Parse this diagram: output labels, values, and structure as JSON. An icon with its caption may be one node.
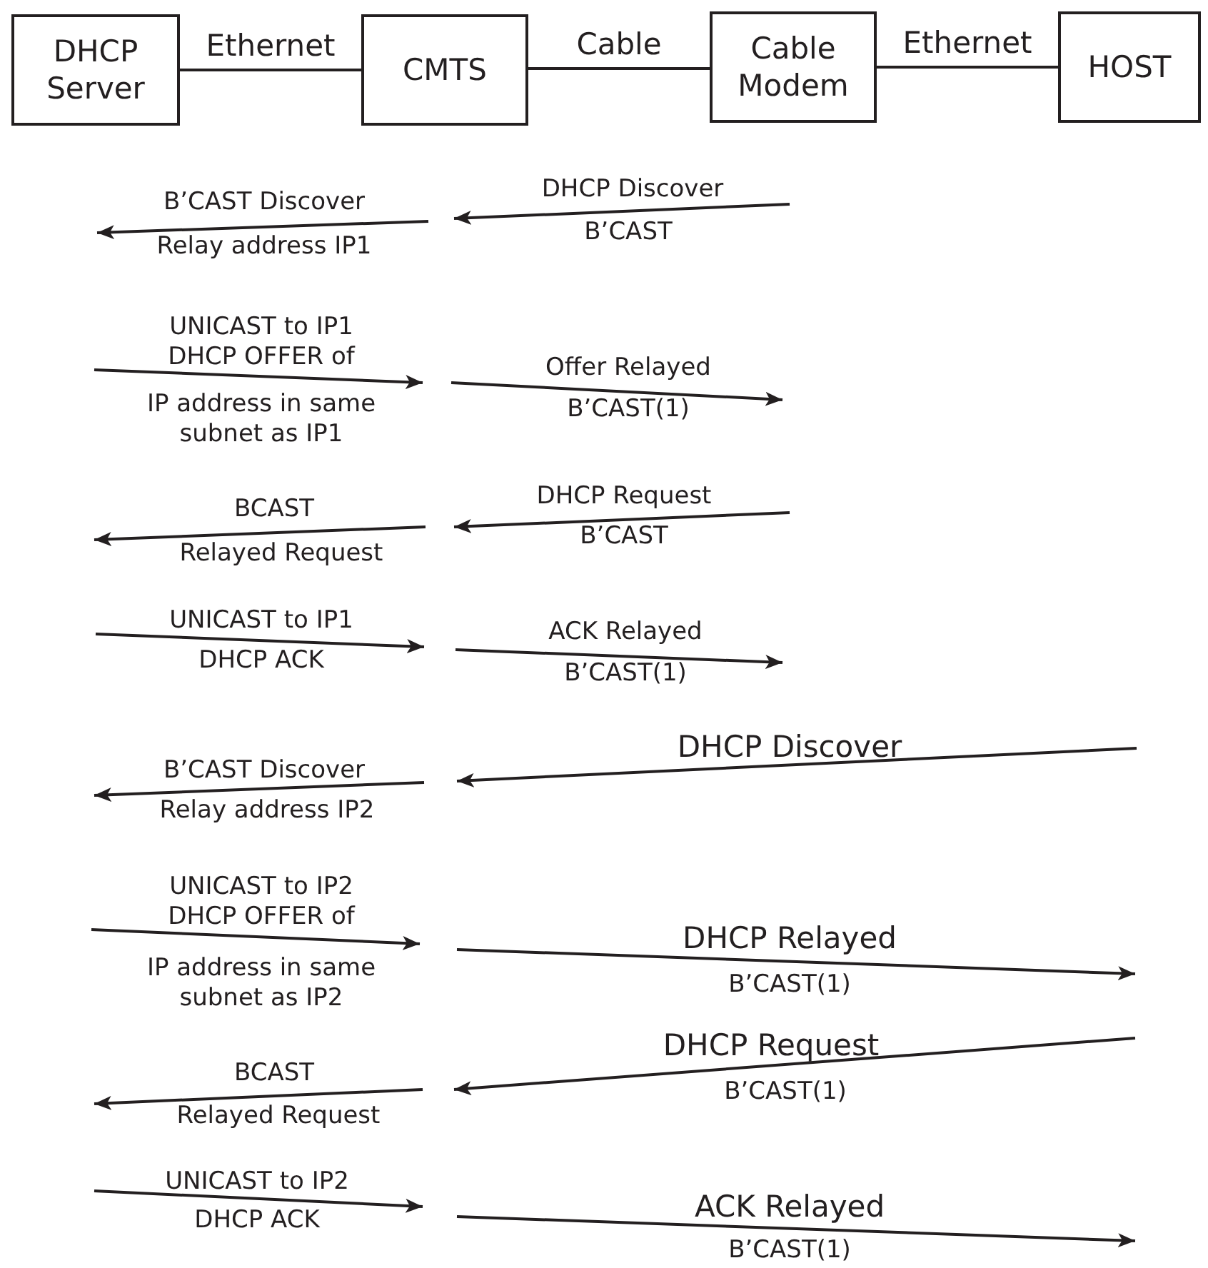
{
  "diagram": {
    "nodes": [
      {
        "text": [
          "DHCP Server"
        ]
      },
      {
        "text": [
          "CMTS"
        ]
      },
      {
        "text": [
          "Cable Modem"
        ]
      },
      {
        "text": [
          "HOST"
        ]
      }
    ],
    "edges": [
      {
        "from": 0,
        "to": 1,
        "arrow": "none",
        "label": "Ethernet"
      },
      {
        "from": 1,
        "to": 2,
        "arrow": "none",
        "label": "Cable"
      },
      {
        "from": 2,
        "to": 3,
        "arrow": "none",
        "label": "Ethernet"
      }
    ],
    "labels": [
      "B’CAST Discover",
      "DHCP Discover",
      "Relay address IP1",
      "B’CAST",
      "UNICAST to IP1 DHCP OFFER of",
      "Offer Relayed",
      "IP address in same subnet as IP1",
      "B’CAST(1)",
      "BCAST",
      "DHCP Request",
      "Relayed Request",
      "B’CAST",
      "UNICAST to IP1",
      "ACK Relayed",
      "DHCP ACK",
      "B’CAST(1)",
      "DHCP Discover",
      "B’CAST Discover",
      "Relay address IP2",
      "UNICAST to IP2 DHCP OFFER of",
      "DHCP Relayed",
      "IP address in same subnet as IP2",
      "B’CAST(1)",
      "DHCP Request",
      "BCAST",
      "B’CAST(1)",
      "Relayed Request",
      "UNICAST to IP2",
      "ACK Relayed",
      "DHCP ACK",
      "B’CAST(1)"
    ]
  }
}
